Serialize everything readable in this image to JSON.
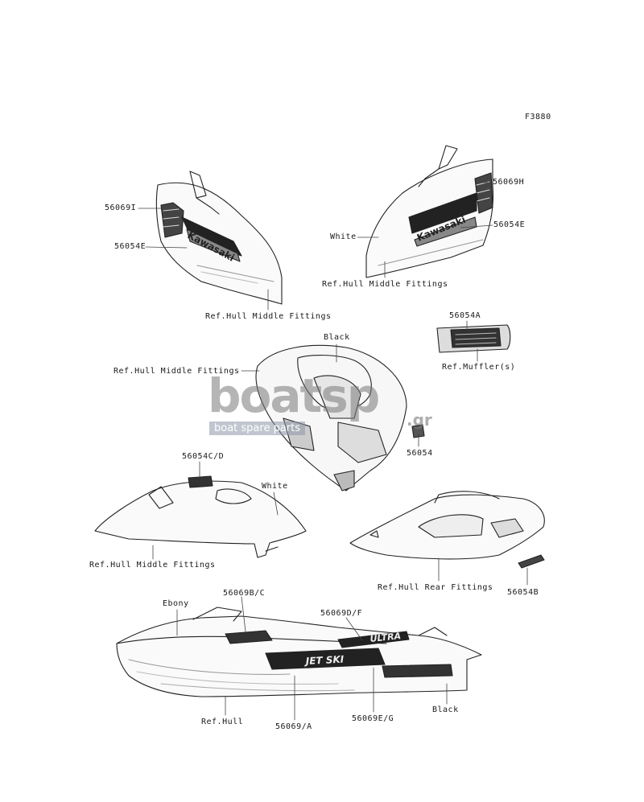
{
  "figure_code": "F3880",
  "watermark": {
    "main": "boatsp",
    "sub": "boat spare parts",
    "suffix": ".gr"
  },
  "decal_text": {
    "kawasaki_left": "Kawasaki",
    "kawasaki_right": "Kawasaki",
    "ultra": "ULTRA",
    "jetski": "JET SKI"
  },
  "labels": {
    "p56069I": "56069I",
    "p56054E_left": "56054E",
    "ref_hull_mid_left": "Ref.Hull Middle Fittings",
    "p56069H": "56069H",
    "p56054E_right": "56054E",
    "white_top": "White",
    "ref_hull_mid_right": "Ref.Hull Middle Fittings",
    "p56054A": "56054A",
    "ref_muffler": "Ref.Muffler(s)",
    "black_mid": "Black",
    "ref_hull_mid_center": "Ref.Hull Middle Fittings",
    "p56054": "56054",
    "p56054CD": "56054C/D",
    "white_mid": "White",
    "ref_hull_mid_lower": "Ref.Hull Middle Fittings",
    "ref_hull_rear": "Ref.Hull Rear Fittings",
    "p56054B": "56054B",
    "ebony": "Ebony",
    "p56069BC": "56069B/C",
    "p56069DF": "56069D/F",
    "ref_hull": "Ref.Hull",
    "p56069A": "56069/A",
    "p56069EG": "56069E/G",
    "black_bottom": "Black"
  }
}
